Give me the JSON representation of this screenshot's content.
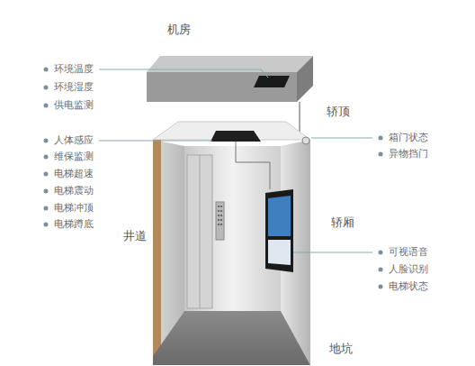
{
  "diagram": {
    "labels": [
      "机房",
      "环境温度",
      "环境湿度",
      "供电监测",
      "轿顶",
      "人体感应",
      "维保监测",
      "电梯超速",
      "电梯震动",
      "电梯冲顶",
      "电梯蹲底",
      "箱门状态",
      "异物挡门",
      "井道",
      "轿厢",
      "可视语音",
      "人脸识别",
      "电梯状态",
      "地坑"
    ]
  }
}
